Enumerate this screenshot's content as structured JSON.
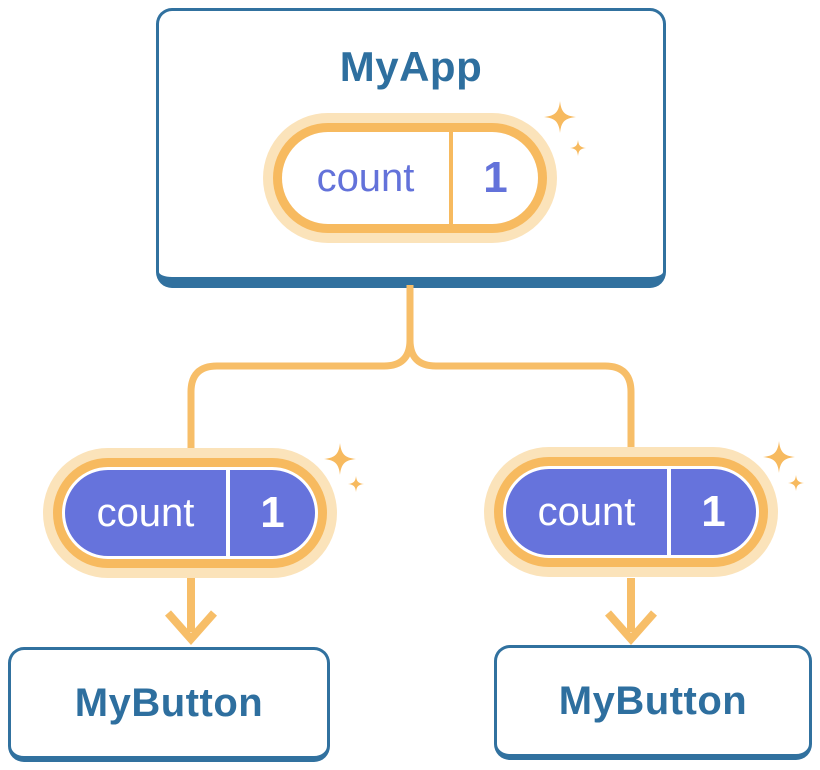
{
  "tree": {
    "root": {
      "title": "MyApp",
      "state": {
        "label": "count",
        "value": "1"
      }
    },
    "children": [
      {
        "title": "MyButton",
        "state": {
          "label": "count",
          "value": "1"
        }
      },
      {
        "title": "MyButton",
        "state": {
          "label": "count",
          "value": "1"
        }
      }
    ]
  },
  "icons": {
    "sparkle_large": "four-point-star-icon",
    "sparkle_small": "four-point-star-icon",
    "arrow": "arrow-down-icon"
  },
  "colors": {
    "blue_border": "#31719F",
    "blue_text": "#2E6F9F",
    "cream": "#FBE3BA",
    "orange": "#F7BA5F",
    "line_orange": "#F7BE68",
    "purple": "#6673DC",
    "purple_text": "#6372DA",
    "white": "#FFFFFF"
  }
}
